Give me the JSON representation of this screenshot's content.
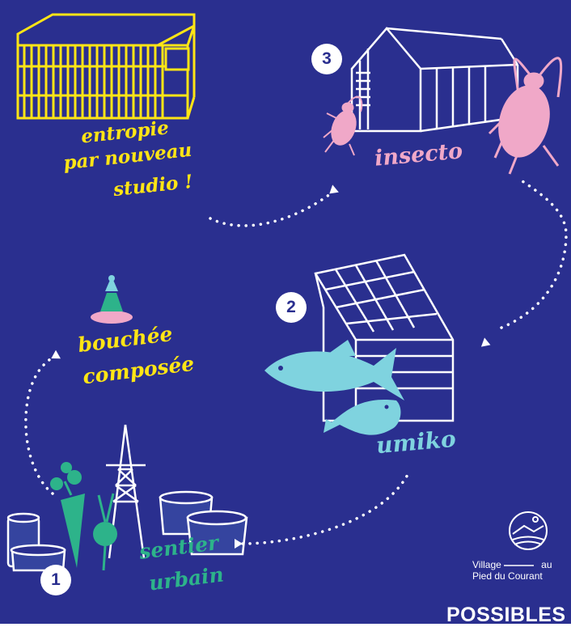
{
  "colors": {
    "background": "#2a2f8f",
    "yellow": "#ffe515",
    "pink": "#f0a8c8",
    "cyan": "#7fd3df",
    "green": "#2db38a",
    "white": "#ffffff",
    "pot_fill": "#35449f"
  },
  "steps": [
    {
      "number": "1",
      "label_lines": [
        "sentier",
        "urbain"
      ]
    },
    {
      "number": "2",
      "label_lines": [
        "umiko"
      ]
    },
    {
      "number": "3",
      "label_lines": [
        "insecto"
      ]
    }
  ],
  "extras": {
    "bouchee_lines": [
      "bouchée",
      "composée"
    ],
    "entropie_lines": [
      "entropie",
      "par nouveau",
      "studio !"
    ]
  },
  "partner": {
    "village_line1": "Village",
    "village_line1_tail": "au",
    "village_line2": "Pied du Courant",
    "brand": "POSSIBLES"
  },
  "icons": [
    "container-icon",
    "greenhouse-icon",
    "beetle-icon",
    "fish-icon",
    "carrot-icon",
    "beet-icon",
    "pylon-icon",
    "pot-icon",
    "bowl-dish-icon",
    "village-logo-icon"
  ]
}
